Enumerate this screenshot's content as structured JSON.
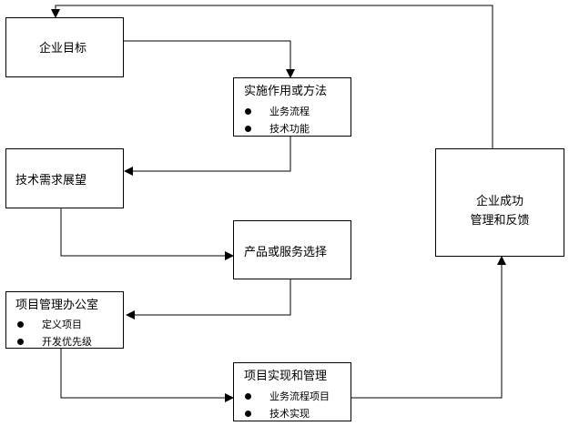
{
  "diagram": {
    "boxes": {
      "goal": {
        "title": "企业目标",
        "items": []
      },
      "method": {
        "title": "实施作用或方法",
        "items": [
          "业务流程",
          "技术功能"
        ]
      },
      "tech": {
        "title": "技术需求展望",
        "items": []
      },
      "product": {
        "title": "产品或服务选择",
        "items": []
      },
      "pmo": {
        "title": "项目管理办公室",
        "items": [
          "定义项目",
          "开发优先级"
        ]
      },
      "implement": {
        "title": "项目实现和管理",
        "items": [
          "业务流程项目",
          "技术实现"
        ]
      },
      "success": {
        "title_line1": "企业成功",
        "title_line2": "管理和反馈",
        "items": []
      }
    },
    "edges": [
      {
        "from": "goal",
        "to": "method"
      },
      {
        "from": "method",
        "to": "tech"
      },
      {
        "from": "tech",
        "to": "product"
      },
      {
        "from": "product",
        "to": "pmo"
      },
      {
        "from": "pmo",
        "to": "implement"
      },
      {
        "from": "implement",
        "to": "success"
      },
      {
        "from": "success",
        "to": "goal"
      }
    ]
  }
}
